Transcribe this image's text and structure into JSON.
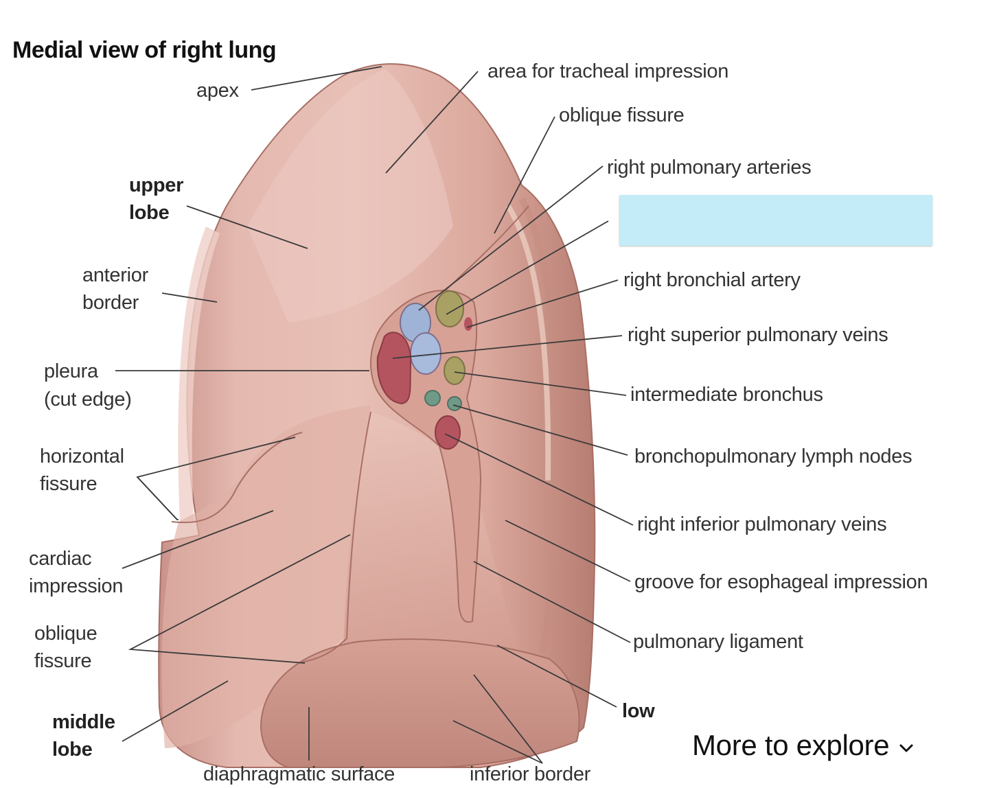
{
  "diagram": {
    "title": "Medial view of right lung",
    "left_labels": {
      "apex": "apex",
      "upper_lobe_1": "upper",
      "upper_lobe_2": "lobe",
      "anterior_border_1": "anterior",
      "anterior_border_2": "border",
      "pleura_1": "pleura",
      "pleura_2": "(cut edge)",
      "horizontal_fissure_1": "horizontal",
      "horizontal_fissure_2": "fissure",
      "cardiac_impression_1": "cardiac",
      "cardiac_impression_2": "impression",
      "oblique_fissure_1": "oblique",
      "oblique_fissure_2": "fissure",
      "middle_lobe_1": "middle",
      "middle_lobe_2": "lobe"
    },
    "right_labels": {
      "tracheal": "area for tracheal impression",
      "oblique": "oblique fissure",
      "pulm_arteries": "right pulmonary arteries",
      "bronchial_artery": "right bronchial artery",
      "sup_veins": "right superior pulmonary veins",
      "intermediate": "intermediate bronchus",
      "lymph": "bronchopulmonary lymph nodes",
      "inf_veins": "right inferior pulmonary veins",
      "esophageal": "groove for esophageal impression",
      "ligament": "pulmonary ligament",
      "lower_lobe_partial": "low"
    },
    "bottom_labels": {
      "diaphragmatic": "diaphragmatic surface",
      "inferior_border": "inferior border"
    }
  },
  "overlay": {
    "more_to_explore": "More to explore",
    "chevron_icon": "chevron-down-icon"
  },
  "colors": {
    "lung_main": "#d9a79c",
    "lung_light": "#ecc9c0",
    "lung_dark": "#b97f74",
    "answer_box": "#c3ecf8",
    "artery_blue": "#9fb3d6",
    "bronchus_olive": "#a9a164",
    "vein_red": "#b4545f",
    "lymph_green": "#6f9a87"
  }
}
